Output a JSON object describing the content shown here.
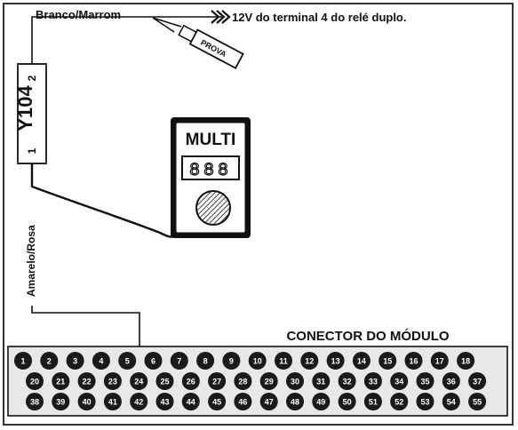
{
  "labels": {
    "wire_top": "Branco/Marrom",
    "source": "12V do terminal 4 do relé duplo.",
    "probe": "PROVA",
    "component": "Y104",
    "pin_top": "2",
    "pin_bottom": "1",
    "wire_side": "Amarelo/Rosa",
    "meter_title": "MULTI",
    "meter_display": "888",
    "connector_title": "CONECTOR DO MÓDULO"
  },
  "connector": {
    "rows": [
      [
        "1",
        "2",
        "3",
        "4",
        "5",
        "6",
        "7",
        "8",
        "9",
        "10",
        "11",
        "12",
        "13",
        "14",
        "15",
        "16",
        "17",
        "18"
      ],
      [
        "20",
        "21",
        "22",
        "23",
        "24",
        "25",
        "26",
        "27",
        "28",
        "29",
        "30",
        "31",
        "32",
        "33",
        "34",
        "35",
        "36",
        "37"
      ],
      [
        "38",
        "39",
        "40",
        "41",
        "42",
        "43",
        "44",
        "45",
        "46",
        "47",
        "48",
        "49",
        "50",
        "51",
        "52",
        "53",
        "54",
        "55"
      ]
    ],
    "highlight_pin": "24"
  },
  "colors": {
    "line": "#111111",
    "pin_fill": "#1a1a1a",
    "connector_fill": "#e8e8e8",
    "frame": "#333333"
  }
}
